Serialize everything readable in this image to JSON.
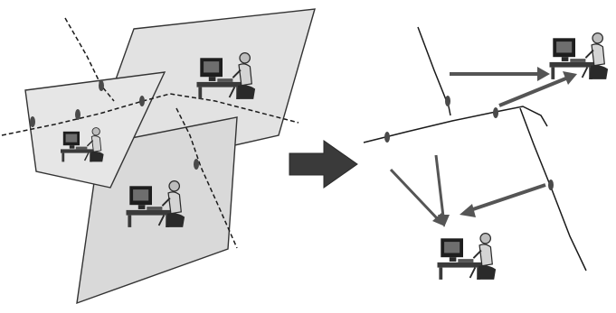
{
  "colors": {
    "background": "#ffffff",
    "plane_fill": "#e2e2e2",
    "plane_stroke": "#333333",
    "line": "#1a1a1a",
    "arrow_big": "#3a3a3a",
    "arrow_thin": "#555555",
    "workstation": "#2a2a2a"
  },
  "icons": {
    "main_transition": "right-arrow-icon",
    "workstation": "computer-user-icon",
    "contact_point": "node-marker-icon"
  },
  "left_panel": {
    "planes": [
      "plane-back-right",
      "plane-middle-left",
      "plane-front-bottom"
    ],
    "workstation_count": 3
  },
  "right_panel": {
    "workstation_count": 2,
    "connector_arrow_count": 5
  }
}
